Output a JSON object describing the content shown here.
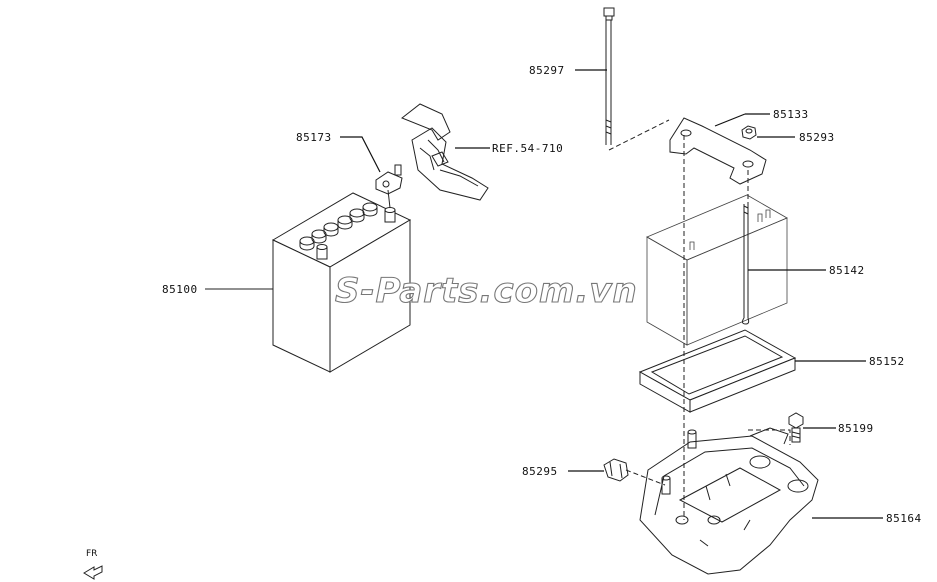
{
  "diagram": {
    "watermark": "S-Parts.com.vn",
    "orientation_label": "FR",
    "parts": [
      {
        "id": "85297",
        "label": "85297"
      },
      {
        "id": "85133",
        "label": "85133"
      },
      {
        "id": "85293",
        "label": "85293"
      },
      {
        "id": "85173",
        "label": "85173"
      },
      {
        "id": "ref",
        "label": "REF.54-710"
      },
      {
        "id": "85142",
        "label": "85142"
      },
      {
        "id": "85100",
        "label": "85100"
      },
      {
        "id": "85152",
        "label": "85152"
      },
      {
        "id": "85199",
        "label": "85199"
      },
      {
        "id": "85295",
        "label": "85295"
      },
      {
        "id": "85164",
        "label": "85164"
      }
    ]
  }
}
